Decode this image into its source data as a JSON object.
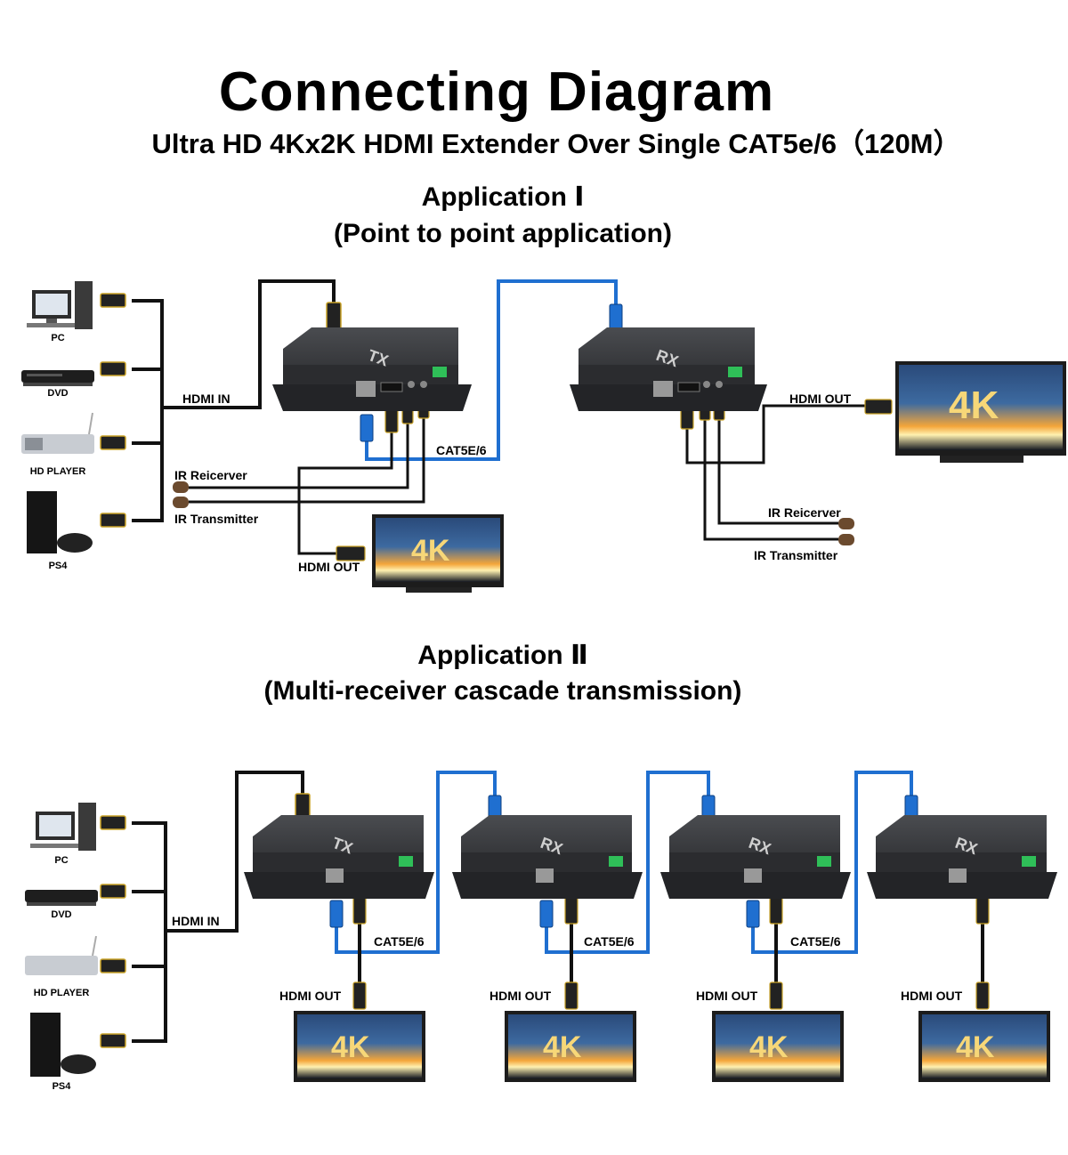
{
  "header": {
    "title": "Connecting Diagram",
    "subtitle": "Ultra HD 4Kx2K HDMI Extender Over Single CAT5e/6（120M）"
  },
  "app1": {
    "heading": "Application Ⅰ",
    "subheading": "(Point to point application)",
    "sources": [
      "PC",
      "DVD",
      "HD PLAYER",
      "PS4"
    ],
    "hdmi_in": "HDMI IN",
    "cat": "CAT5E/6",
    "ir_receiver": "IR Reicerver",
    "ir_transmitter": "IR Transmitter",
    "hdmi_out": "HDMI OUT",
    "hdmi_out_rx": "HDMI OUT",
    "rx_ir_receiver": "IR Reicerver",
    "rx_ir_transmitter": "IR Transmitter",
    "tx_label": "TX",
    "rx_label": "RX",
    "tv_label": "4K"
  },
  "app2": {
    "heading": "Application Ⅱ",
    "subheading": "(Multi-receiver cascade transmission)",
    "sources": [
      "PC",
      "DVD",
      "HD PLAYER",
      "PS4"
    ],
    "hdmi_in": "HDMI IN",
    "cat_labels": [
      "CAT5E/6",
      "CAT5E/6",
      "CAT5E/6"
    ],
    "hdmi_out_labels": [
      "HDMI OUT",
      "HDMI OUT",
      "HDMI OUT",
      "HDMI OUT"
    ],
    "device_labels": [
      "TX",
      "RX",
      "RX",
      "RX"
    ],
    "tv_label": "4K"
  },
  "colors": {
    "cable_black": "#111111",
    "cable_blue": "#1f6fd0",
    "box": "#3a3b3d",
    "tv_frame": "#1c1c1c",
    "ir_brown": "#6b4a2e"
  }
}
